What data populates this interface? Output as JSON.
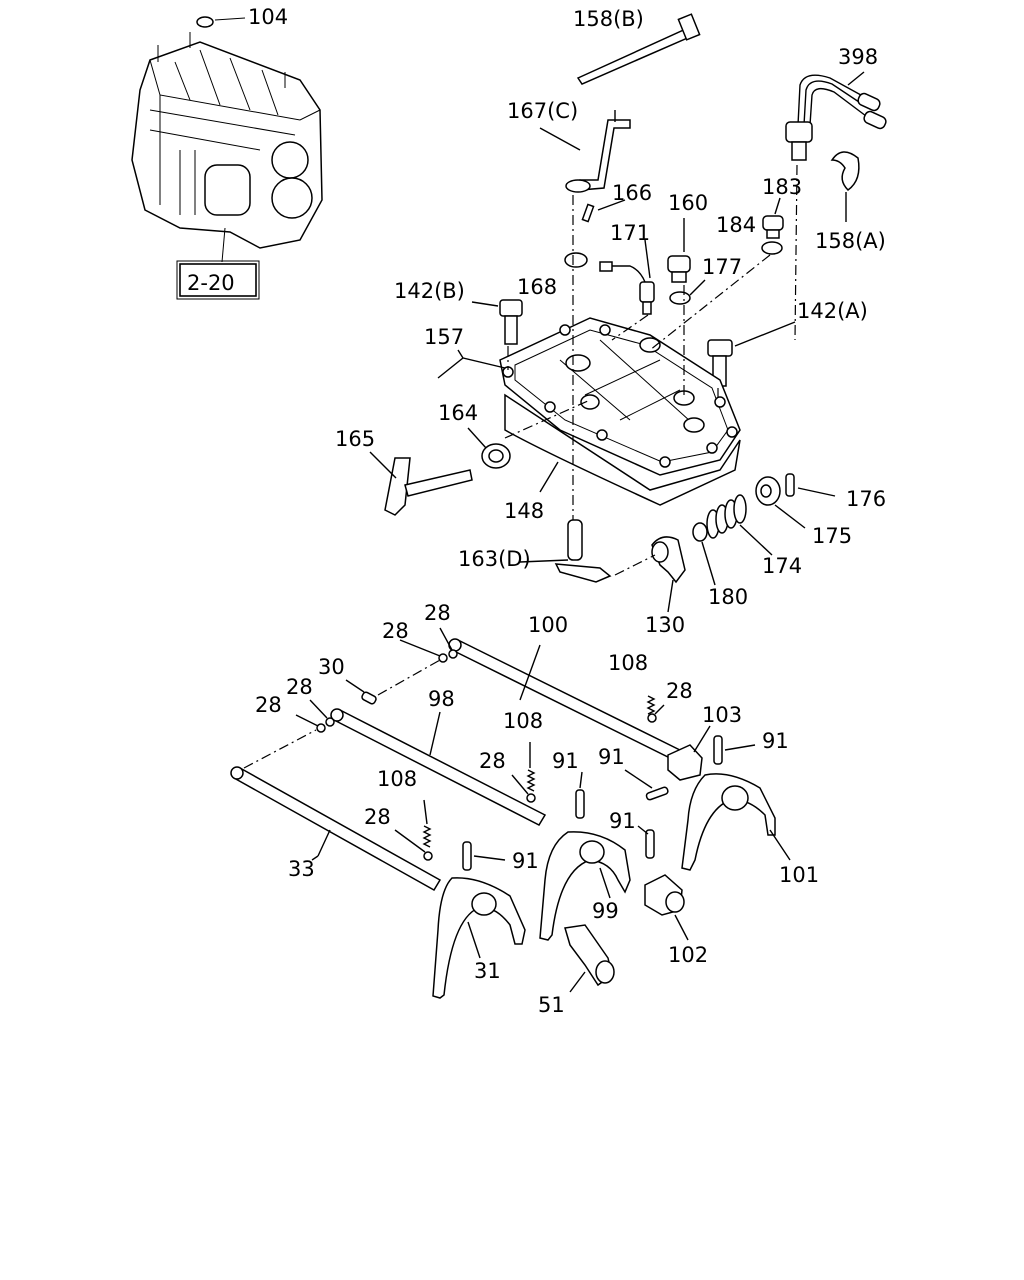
{
  "callouts": [
    {
      "id": "c104",
      "text": "104"
    },
    {
      "id": "c220",
      "text": "2-20"
    },
    {
      "id": "c158b",
      "text": "158(B)"
    },
    {
      "id": "c398",
      "text": "398"
    },
    {
      "id": "c167c",
      "text": "167(C)"
    },
    {
      "id": "c166",
      "text": "166"
    },
    {
      "id": "c160",
      "text": "160"
    },
    {
      "id": "c183",
      "text": "183"
    },
    {
      "id": "c171",
      "text": "171"
    },
    {
      "id": "c184",
      "text": "184"
    },
    {
      "id": "c158a",
      "text": "158(A)"
    },
    {
      "id": "c177",
      "text": "177"
    },
    {
      "id": "c168",
      "text": "168"
    },
    {
      "id": "c142b",
      "text": "142(B)"
    },
    {
      "id": "c142a",
      "text": "142(A)"
    },
    {
      "id": "c157",
      "text": "157"
    },
    {
      "id": "c164",
      "text": "164"
    },
    {
      "id": "c165",
      "text": "165"
    },
    {
      "id": "c148",
      "text": "148"
    },
    {
      "id": "c176",
      "text": "176"
    },
    {
      "id": "c175",
      "text": "175"
    },
    {
      "id": "c174",
      "text": "174"
    },
    {
      "id": "c163d",
      "text": "163(D)"
    },
    {
      "id": "c180",
      "text": "180"
    },
    {
      "id": "c130",
      "text": "130"
    },
    {
      "id": "c100",
      "text": "100"
    },
    {
      "id": "c28a",
      "text": "28"
    },
    {
      "id": "c28b",
      "text": "28"
    },
    {
      "id": "c108a",
      "text": "108"
    },
    {
      "id": "c30",
      "text": "30"
    },
    {
      "id": "c28c",
      "text": "28"
    },
    {
      "id": "c28d",
      "text": "28"
    },
    {
      "id": "c98",
      "text": "98"
    },
    {
      "id": "c28e",
      "text": "28"
    },
    {
      "id": "c103",
      "text": "103"
    },
    {
      "id": "c108b",
      "text": "108"
    },
    {
      "id": "c91a",
      "text": "91"
    },
    {
      "id": "c28f",
      "text": "28"
    },
    {
      "id": "c91b",
      "text": "91"
    },
    {
      "id": "c91c",
      "text": "91"
    },
    {
      "id": "c108c",
      "text": "108"
    },
    {
      "id": "c91d",
      "text": "91"
    },
    {
      "id": "c28g",
      "text": "28"
    },
    {
      "id": "c91e",
      "text": "91"
    },
    {
      "id": "c33",
      "text": "33"
    },
    {
      "id": "c101",
      "text": "101"
    },
    {
      "id": "c99",
      "text": "99"
    },
    {
      "id": "c102",
      "text": "102"
    },
    {
      "id": "c31",
      "text": "31"
    },
    {
      "id": "c51",
      "text": "51"
    }
  ]
}
